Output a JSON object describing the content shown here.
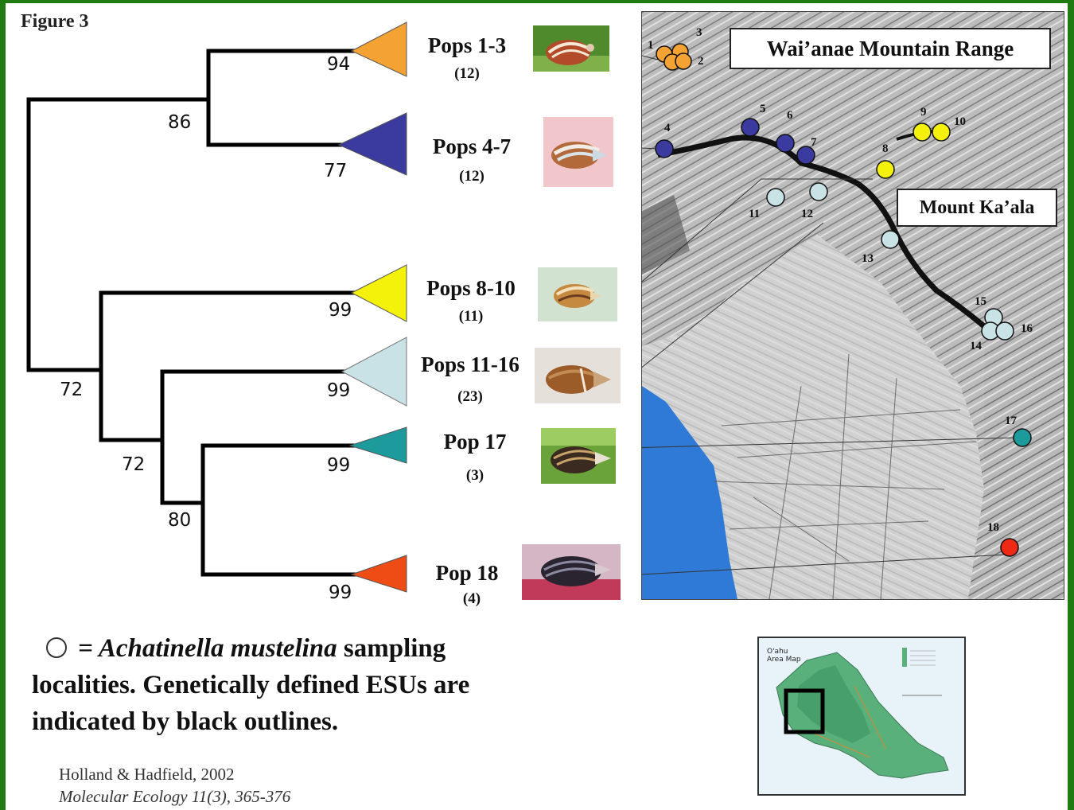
{
  "figure_label": "Figure 3",
  "tree": {
    "bootstrap": [
      "94",
      "86",
      "77",
      "99",
      "72",
      "99",
      "72",
      "99",
      "80",
      "99"
    ]
  },
  "clades": [
    {
      "label": "Pops 1-3",
      "count": "(12)",
      "color": "#f5a235"
    },
    {
      "label": "Pops 4-7",
      "count": "(12)",
      "color": "#3b3a9e"
    },
    {
      "label": "Pops 8-10",
      "count": "(11)",
      "color": "#f4f20a"
    },
    {
      "label": "Pops 11-16",
      "count": "(23)",
      "color": "#c9e2e6"
    },
    {
      "label": "Pop 17",
      "count": "(3)",
      "color": "#1d9a9c"
    },
    {
      "label": "Pop 18",
      "count": "(4)",
      "color": "#ee4c14"
    }
  ],
  "map": {
    "range_label": "Wai’anae Mountain  Range",
    "peak_label": "Mount Ka’ala",
    "site_numbers": [
      "1",
      "2",
      "3",
      "4",
      "5",
      "6",
      "7",
      "8",
      "9",
      "10",
      "11",
      "12",
      "13",
      "14",
      "15",
      "16",
      "17",
      "18"
    ]
  },
  "caption": {
    "species": "= Achatinella mustelina",
    "line1_rest": " sampling",
    "line2": "localities. Genetically defined ESUs are",
    "line3": "indicated by black outlines."
  },
  "reference": {
    "authors": "Holland & Hadfield, 2002",
    "journal": "Molecular Ecology 11(3), 365-376"
  },
  "inset": {
    "title_line1": "O'ahu",
    "title_line2": "Area Map"
  }
}
